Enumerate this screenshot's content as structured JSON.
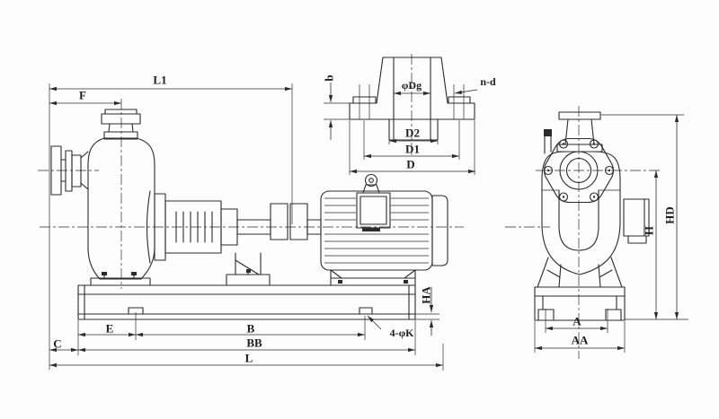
{
  "labels": {
    "l1": "L1",
    "f": "F",
    "b": "b",
    "dg": "φDg",
    "nd": "n-d",
    "d2": "D2",
    "d1": "D1",
    "d": "D",
    "hd": "HD",
    "h": "H",
    "ha": "HA",
    "e": "E",
    "b_main": "B",
    "bb": "BB",
    "c": "C",
    "l": "L",
    "k": "4-φK",
    "a": "A",
    "aa": "AA"
  },
  "colors": {
    "line": "#2b2b2b",
    "background": "#fdfdfd"
  }
}
